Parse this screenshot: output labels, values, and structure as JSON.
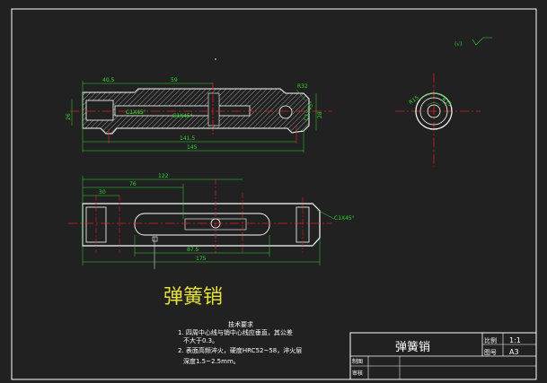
{
  "title": "弹簧销",
  "dims_front": {
    "d40_5": "40.5",
    "d59": "59",
    "d141_5": "141.5",
    "d145": "145",
    "d26": "26",
    "d28": "28",
    "dR2": "R32",
    "chamfer1": "C1X45°",
    "chamfer2": "C1X45°",
    "c3": "C1X45°"
  },
  "dims_top": {
    "d122": "122",
    "d76": "76",
    "d30": "30",
    "d87_5": "87.5",
    "d175": "175",
    "chamfer": "C1X45°"
  },
  "dims_side": {
    "r1": "R15",
    "r2": "R25"
  },
  "surface_mark": "(√)",
  "notes": {
    "heading": "技术要求",
    "line1": "1. 四周中心线与销中心线应垂直，其公差",
    "line2": "不大于0.3。",
    "line3": "2. 表面高频淬火，硬度HRC52~58，淬火层",
    "line4": "深度1.5~2.5mm。"
  },
  "titleblock": {
    "name": "弹簧销",
    "scale_label": "比例",
    "scale_value": "1:1",
    "sheet_label": "图号",
    "sheet_value": "A3",
    "drawn_label": "制图",
    "check_label": "审核"
  }
}
